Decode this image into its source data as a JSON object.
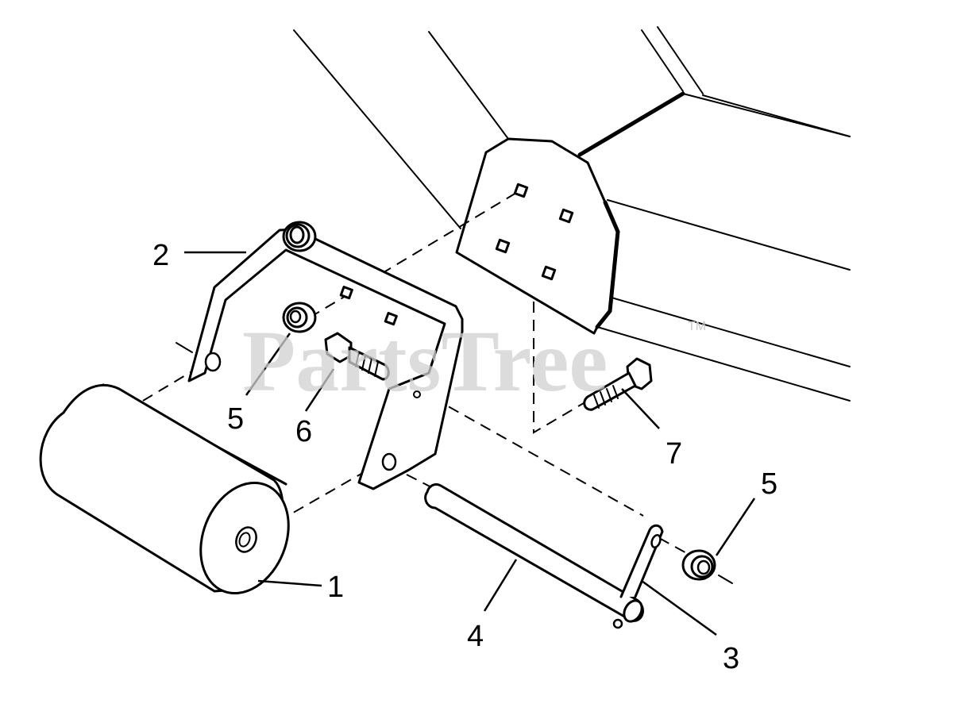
{
  "watermark": {
    "text": "PartsTree",
    "trademark": "TM"
  },
  "callouts": [
    {
      "id": "roller",
      "label": "1"
    },
    {
      "id": "bracket",
      "label": "2"
    },
    {
      "id": "hairpin",
      "label": "3"
    },
    {
      "id": "axle",
      "label": "4"
    },
    {
      "id": "nut-left",
      "label": "5"
    },
    {
      "id": "bolt-short",
      "label": "6"
    },
    {
      "id": "bolt-long",
      "label": "7"
    },
    {
      "id": "nut-right",
      "label": "5"
    }
  ]
}
